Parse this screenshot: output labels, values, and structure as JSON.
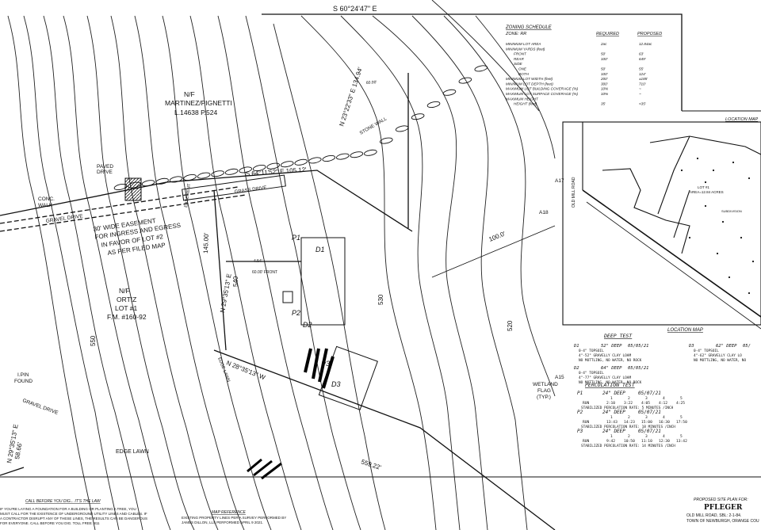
{
  "plan": {
    "bearings": {
      "top": "S 60°24'47\" E",
      "line_east": "N 23°22'33\" E 134.94'",
      "wall_line": "S 64°11'52\" E 105.12'",
      "west_line": "N 29°35'13\" E",
      "south_line": "N 28°35'13\" W",
      "lower_left": "N 29°35'13\" E",
      "lower_left_dist": "58.66'"
    },
    "distances": {
      "west_145": "145.00'",
      "bottom_559": "559.22'",
      "radius_100": "100.0'",
      "width_60": "60.00'",
      "front_60": "60.00' FRONT",
      "side_4": "4.54'"
    },
    "contours": [
      "550",
      "540",
      "530",
      "520"
    ],
    "neighbors": [
      {
        "lines": [
          "N/F",
          "MARTINEZ/PIGNETTI",
          "L.14638 P.524"
        ]
      },
      {
        "lines": [
          "N/F",
          "ORTIZ",
          "LOT #1",
          "F.M. #160-92"
        ]
      }
    ],
    "labels": {
      "paved_drive": [
        "PAVED",
        "DRIVE"
      ],
      "conc_walk": [
        "CONC.",
        "WALK"
      ],
      "gravel_drive_1": "GRAVEL DRIVE",
      "gravel_drive_2": "GRAVEL DRIVE",
      "grass_drive": "GRASS DRIVE",
      "easement_short": "EASEMENT",
      "easement_note": [
        "30' WIDE EASEMENT",
        "FOR INGRESS AND EGRESS",
        "IN FAVOR OF LOT #2",
        "AS PER FILED MAP"
      ],
      "stone_wall": "STONE WALL",
      "edge_lawn": "EDGE LAWN",
      "ipin": [
        "I.PIN",
        "FOUND"
      ],
      "wetland": [
        "WETLAND",
        "FLAG",
        "(TYP.)"
      ],
      "edge_lawn_2": "EDGE LAWN"
    },
    "test_points": [
      "P1",
      "D1",
      "P2",
      "D2",
      "P3",
      "D3"
    ],
    "flags": [
      "A17",
      "A18",
      "A15"
    ]
  },
  "zoning": {
    "title": "ZONING SCHEDULE",
    "zone": "ZONE: RR",
    "col_required": "REQUIRED",
    "col_proposed": "PROPOSED",
    "rows": [
      {
        "label": "MINIMUM LOT AREA",
        "req": "2ac",
        "prop": "12.84ac"
      },
      {
        "label": "MINIMUM YARDS (feet)",
        "req": "",
        "prop": ""
      },
      {
        "label": "FRONT",
        "req": "50'",
        "prop": "63'"
      },
      {
        "label": "REAR",
        "req": "100'",
        "prop": "649'"
      },
      {
        "label": "SIDE",
        "req": "",
        "prop": ""
      },
      {
        "label": "ONE",
        "req": "50'",
        "prop": "55'"
      },
      {
        "label": "BOTH",
        "req": "100'",
        "prop": "124'"
      },
      {
        "label": "MINIMUM LOT WIDTH (feet)",
        "req": "200'",
        "prop": "±185'"
      },
      {
        "label": "MINIMUM LOT DEPTH (feet)",
        "req": "300'",
        "prop": "710'"
      },
      {
        "label": "MAXIMUM LOT BUILDING COVERAGE (%)",
        "req": "10%",
        "prop": "~"
      },
      {
        "label": "MAXIMUM LOT SURFACE COVERAGE (%)",
        "req": "10%",
        "prop": "~"
      },
      {
        "label": "MAXIMUM HEIGHT",
        "req": "",
        "prop": ""
      },
      {
        "label": "HEIGHT (feet)",
        "req": "35'",
        "prop": "<35'"
      }
    ]
  },
  "location_map": {
    "title": "LOCATION MAP",
    "title_top": "LOCATION MAP",
    "road": "OLD MILL ROAD",
    "lot": [
      "LOT #1",
      "AREA=12.84 ACRES"
    ],
    "subdiv": "SUBDIVISION"
  },
  "deep_test": {
    "title": "DEEP TEST",
    "tests": [
      {
        "id": "D1",
        "depth": "52\" DEEP",
        "date": "05/05/21",
        "lines": [
          "0-4\"   TOPSOIL",
          "4\"-52\"  GRAVELLY CLAY LOAM",
          "NO MOTTLING, NO WATER, NO ROCK"
        ]
      },
      {
        "id": "D2",
        "depth": "64\" DEEP",
        "date": "05/05/21",
        "lines": [
          "0-4\"   TOPSOIL",
          "4\"-77\"  GRAVELLY CLAY LOAM",
          "NO MOTTLING, NO WATER, NO ROCK"
        ]
      },
      {
        "id": "D3",
        "depth": "62\" DEEP",
        "date": "05/",
        "lines": [
          "0-4\"   TOPSOIL",
          "4\"-62\"  GRAVELLY CLAY LO",
          "NO MOTTLING, NO WATER, NO"
        ]
      }
    ]
  },
  "perc_test": {
    "title": "PERCOLATION TEST",
    "tests": [
      {
        "id": "P1",
        "depth": "24\" DEEP",
        "date": "05/07/21",
        "runs": [
          "1",
          "2",
          "3",
          "4",
          "5"
        ],
        "times": [
          "2:10",
          "3:22",
          "4:05",
          "4:12",
          "4:25"
        ],
        "rate": "STABILIZED PERCOLATION RATE: 5 MINUTES /INCH"
      },
      {
        "id": "P2",
        "depth": "24\" DEEP",
        "date": "05/07/21",
        "runs": [
          "1",
          "2",
          "3",
          "4",
          "5"
        ],
        "times": [
          "13:43",
          "14:23",
          "15:00",
          "16:30",
          "17:50"
        ],
        "rate": "STABILIZED PERCOLATION RATE: 18 MINUTES /INCH"
      },
      {
        "id": "P3",
        "depth": "24\" DEEP",
        "date": "05/07/21",
        "runs": [
          "1",
          "2",
          "3",
          "4",
          "5"
        ],
        "times": [
          "9:42",
          "10:50",
          "11:10",
          "12:30",
          "13:42"
        ],
        "rate": "STABILIZED PERCOLATION RATE: 14 MINUTES /INCH"
      }
    ],
    "run_label": "RUN"
  },
  "footer": {
    "call_title": "CALL BEFORE YOU DIG... IT'S THE LAW",
    "call_lines": [
      "IF YOU'RE LAYING A FOUNDATION FOR A BUILDING OR PLANTING A TREE, YOU",
      "MUST CALL FOR THE EXISTENCE OF UNDERGROUND UTILITY LINES AND CABLES. IF",
      "A CONTRACTOR DISRUPT ANY OF THESE LINES, THE RESULTS CAN BE DANGEROUS",
      "FOR EVERYONE. CALL BEFORE YOU DIG. TOLL FREE. 811"
    ],
    "map_ref_title": "MAP REFERENCE",
    "map_ref_lines": [
      "EXISTING PROPERTY LINES PER A SURVEY PERFORMED BY",
      "JAMES DILLON, LLS PERFORMED APRIL 9 2021."
    ],
    "title_block": [
      "PROPOSED SITE PLAN FOR:",
      "PFLEGER",
      "OLD MILL ROAD, SBL: 2-1-84.",
      "TOWN OF NEWBURGH, ORANGE COU"
    ]
  }
}
